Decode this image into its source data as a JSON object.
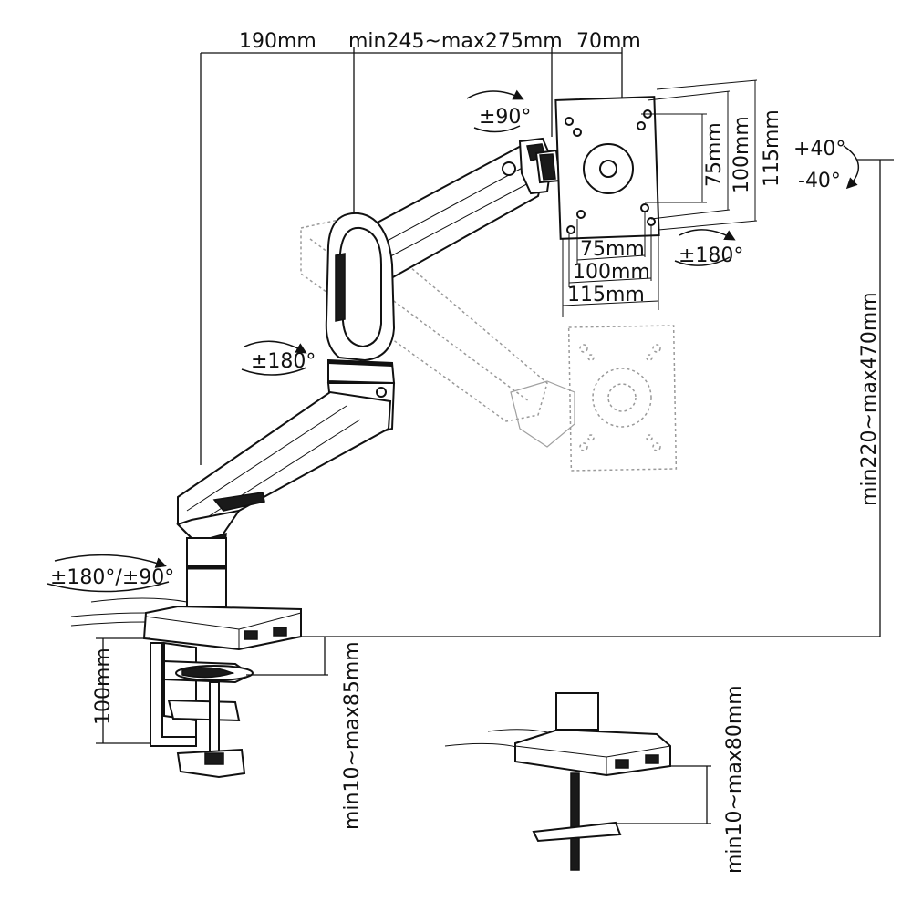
{
  "labels": {
    "top_left_width": "190mm",
    "arm_extension": "min245~max275mm",
    "head_offset": "70mm",
    "tilt_up": "+40°",
    "tilt_down": "-40°",
    "swivel_head": "±90°",
    "rotate_panel": "±180°",
    "rotate_elbow": "±180°",
    "rotate_base": "±180°/±90°",
    "vesa_h_75": "75mm",
    "vesa_h_100": "100mm",
    "vesa_h_115": "115mm",
    "vesa_v_75": "75mm",
    "vesa_v_100": "100mm",
    "vesa_v_115": "115mm",
    "height_range": "min220~max470mm",
    "clamp_height": "100mm",
    "clamp_range": "min10~max85mm",
    "grommet_range": "min10~max80mm"
  }
}
